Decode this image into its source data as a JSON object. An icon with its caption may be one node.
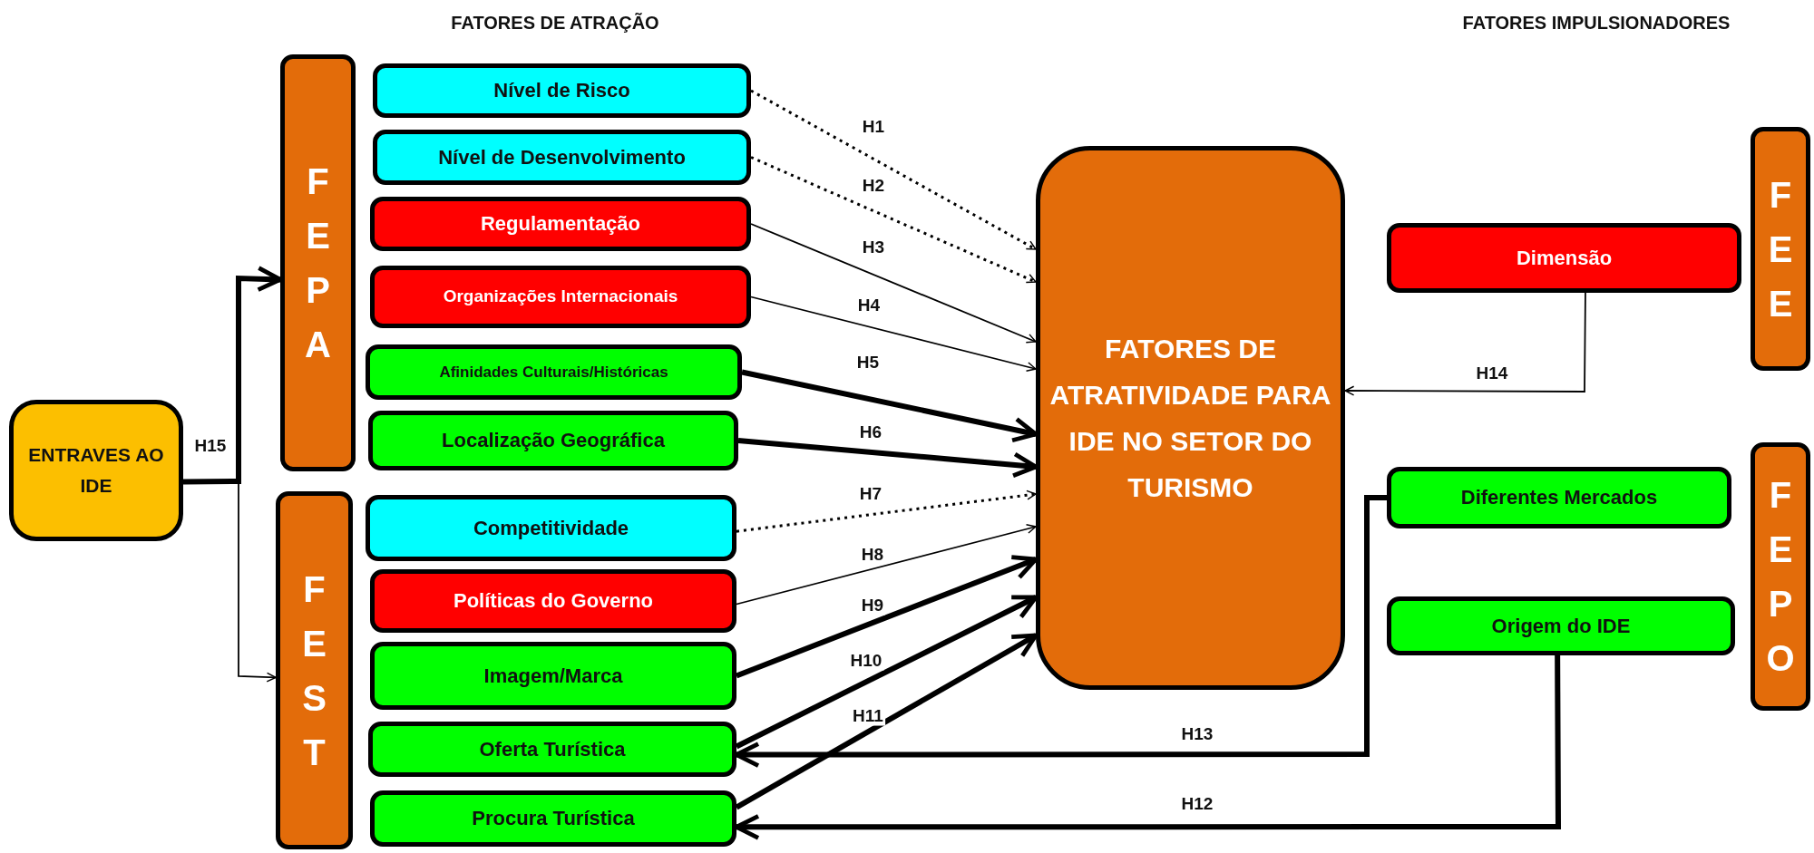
{
  "diagram": {
    "nodes": [
      {
        "text": [
          "ENTRAVES AO IDE"
        ]
      },
      {
        "text": [
          "FEPA"
        ]
      },
      {
        "text": [
          "FEST"
        ]
      },
      {
        "text": [
          "Nível de Risco"
        ]
      },
      {
        "text": [
          "Nível de Desenvolvimento"
        ]
      },
      {
        "text": [
          "Regulamentação"
        ]
      },
      {
        "text": [
          "Organizações Internacionais"
        ]
      },
      {
        "text": [
          "Afinidades Culturais/Históricas"
        ]
      },
      {
        "text": [
          "Localização Geográfica"
        ]
      },
      {
        "text": [
          "Competitividade"
        ]
      },
      {
        "text": [
          "Políticas do Governo"
        ]
      },
      {
        "text": [
          "Imagem/Marca"
        ]
      },
      {
        "text": [
          "Oferta Turística"
        ]
      },
      {
        "text": [
          "Procura Turística"
        ]
      },
      {
        "text": [
          "FATORES DE ATRATIVIDADE PARA IDE NO SETOR DO TURISMO"
        ]
      },
      {
        "text": [
          "Dimensão"
        ]
      },
      {
        "text": [
          "Diferentes Mercados"
        ]
      },
      {
        "text": [
          "Origem do IDE"
        ]
      },
      {
        "text": [
          "FEE"
        ]
      },
      {
        "text": [
          "FEPO"
        ]
      }
    ],
    "edges": [
      {
        "from": 3,
        "to": 14,
        "arrow": "to",
        "label": "H1",
        "style": "dashed"
      },
      {
        "from": 4,
        "to": 14,
        "arrow": "to",
        "label": "H2",
        "style": "dashed"
      },
      {
        "from": 5,
        "to": 14,
        "arrow": "to",
        "label": "H3"
      },
      {
        "from": 6,
        "to": 14,
        "arrow": "to",
        "label": "H4"
      },
      {
        "from": 7,
        "to": 14,
        "arrow": "to",
        "label": "H5",
        "style": "thick"
      },
      {
        "from": 8,
        "to": 14,
        "arrow": "to",
        "label": "H6",
        "style": "thick"
      },
      {
        "from": 9,
        "to": 14,
        "arrow": "to",
        "label": "H7",
        "style": "dashed"
      },
      {
        "from": 10,
        "to": 14,
        "arrow": "to",
        "label": "H8"
      },
      {
        "from": 11,
        "to": 14,
        "arrow": "to",
        "label": "H9",
        "style": "thick"
      },
      {
        "from": 12,
        "to": 14,
        "arrow": "to",
        "label": "H10",
        "style": "thick"
      },
      {
        "from": 13,
        "to": 14,
        "arrow": "to",
        "label": "H11",
        "style": "thick"
      },
      {
        "from": 17,
        "to": 13,
        "arrow": "to",
        "label": "H12",
        "style": "thick"
      },
      {
        "from": 16,
        "to": 12,
        "arrow": "to",
        "label": "H13",
        "style": "thick"
      },
      {
        "from": 15,
        "to": 14,
        "arrow": "to",
        "label": "H14"
      },
      {
        "from": 0,
        "to": 1,
        "arrow": "to",
        "label": "H15",
        "style": "thick"
      },
      {
        "from": 0,
        "to": 2,
        "arrow": "to"
      }
    ],
    "labels": [
      "FATORES DE ATRAÇÃO",
      "FATORES IMPULSIONADORES"
    ]
  }
}
